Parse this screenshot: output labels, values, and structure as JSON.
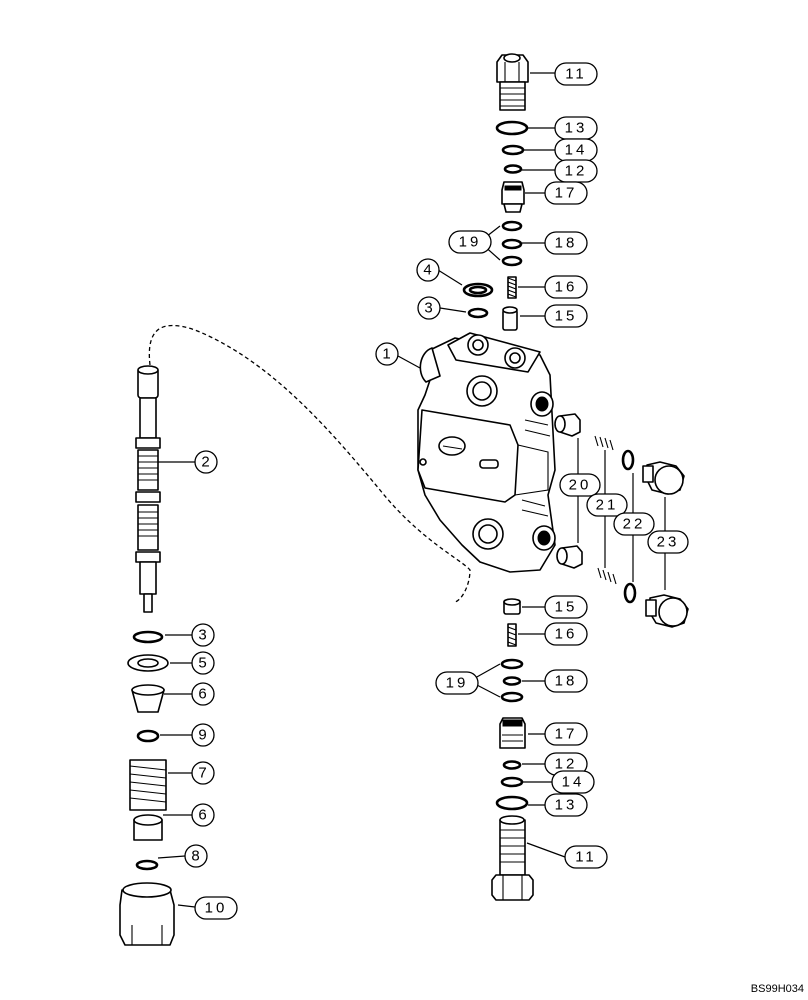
{
  "callouts": [
    {
      "id": "c11-top",
      "label": "11"
    },
    {
      "id": "c13-top",
      "label": "13"
    },
    {
      "id": "c14-top",
      "label": "14"
    },
    {
      "id": "c12-top",
      "label": "12"
    },
    {
      "id": "c17-top",
      "label": "17"
    },
    {
      "id": "c19-top",
      "label": "19"
    },
    {
      "id": "c18-top",
      "label": "18"
    },
    {
      "id": "c4",
      "label": "4"
    },
    {
      "id": "c16-top",
      "label": "16"
    },
    {
      "id": "c3-top",
      "label": "3"
    },
    {
      "id": "c15-top",
      "label": "15"
    },
    {
      "id": "c1",
      "label": "1"
    },
    {
      "id": "c2",
      "label": "2"
    },
    {
      "id": "c20",
      "label": "20"
    },
    {
      "id": "c21",
      "label": "21"
    },
    {
      "id": "c22",
      "label": "22"
    },
    {
      "id": "c23",
      "label": "23"
    },
    {
      "id": "c15-bot",
      "label": "15"
    },
    {
      "id": "c16-bot",
      "label": "16"
    },
    {
      "id": "c3-bot",
      "label": "3"
    },
    {
      "id": "c5",
      "label": "5"
    },
    {
      "id": "c19-bot",
      "label": "19"
    },
    {
      "id": "c18-bot",
      "label": "18"
    },
    {
      "id": "c6-top",
      "label": "6"
    },
    {
      "id": "c9",
      "label": "9"
    },
    {
      "id": "c17-bot",
      "label": "17"
    },
    {
      "id": "c7",
      "label": "7"
    },
    {
      "id": "c12-bot",
      "label": "12"
    },
    {
      "id": "c14-bot",
      "label": "14"
    },
    {
      "id": "c13-bot",
      "label": "13"
    },
    {
      "id": "c6-bot",
      "label": "6"
    },
    {
      "id": "c11-bot",
      "label": "11"
    },
    {
      "id": "c8",
      "label": "8"
    },
    {
      "id": "c10",
      "label": "10"
    }
  ],
  "drawing_code": "BS99H034"
}
